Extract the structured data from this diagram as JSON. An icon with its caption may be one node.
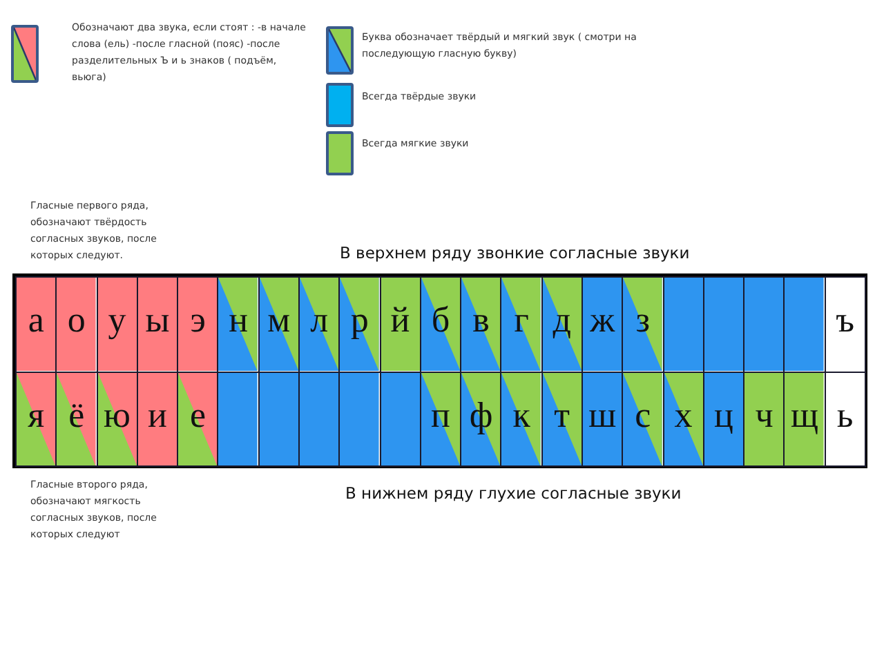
{
  "diagram": {
    "nodes": [
      {
        "text": [
          "а"
        ]
      },
      {
        "text": [
          "о"
        ]
      },
      {
        "text": [
          "у"
        ]
      },
      {
        "text": [
          "ы"
        ]
      },
      {
        "text": [
          "э"
        ]
      },
      {
        "text": [
          "н"
        ]
      },
      {
        "text": [
          "м"
        ]
      },
      {
        "text": [
          "л"
        ]
      },
      {
        "text": [
          "р"
        ]
      },
      {
        "text": [
          "й"
        ]
      },
      {
        "text": [
          "б"
        ]
      },
      {
        "text": [
          "в"
        ]
      },
      {
        "text": [
          "г"
        ]
      },
      {
        "text": [
          "д"
        ]
      },
      {
        "text": [
          "ж"
        ]
      },
      {
        "text": [
          "з"
        ]
      },
      {
        "text": [],
        "shape": "box"
      },
      {
        "text": [],
        "shape": "box"
      },
      {
        "text": [],
        "shape": "box"
      },
      {
        "text": [],
        "shape": "box"
      },
      {
        "text": [
          "ъ"
        ]
      },
      {
        "text": [
          "я"
        ]
      },
      {
        "text": [
          "ё"
        ]
      },
      {
        "text": [
          "ю"
        ]
      },
      {
        "text": [
          "и"
        ]
      },
      {
        "text": [
          "е"
        ]
      },
      {
        "text": [],
        "shape": "box"
      },
      {
        "text": [],
        "shape": "box"
      },
      {
        "text": [],
        "shape": "box"
      },
      {
        "text": [],
        "shape": "box"
      },
      {
        "text": [],
        "shape": "box"
      },
      {
        "text": [
          "п"
        ]
      },
      {
        "text": [
          "ф"
        ]
      },
      {
        "text": [
          "к"
        ]
      },
      {
        "text": [
          "т"
        ]
      },
      {
        "text": [
          "ш"
        ]
      },
      {
        "text": [
          "с"
        ]
      },
      {
        "text": [
          "х"
        ]
      },
      {
        "text": [
          "ц"
        ]
      },
      {
        "text": [
          "ч"
        ]
      },
      {
        "text": [
          "щ"
        ]
      },
      {
        "text": [
          "ь"
        ]
      }
    ],
    "labels": [
      "Гласные первого ряда, обозначают твёрдость согласных звуков, после которых следуют.",
      "В верхнем ряду звонкие согласные звуки",
      "Гласные второго ряда, обозначают мягкость согласных звуков, после которых следуют",
      "В нижнем ряду глухие согласные звуки"
    ],
    "legend": [
      {
        "text": "Обозначают два звука, если стоят : -в начале слова (ель) -после гласной (пояс) -после разделительных Ъ и ь знаков ( подъём, вьюга)"
      },
      {
        "text": "Буква обозначает твёрдый и мягкий звук ( смотри на последующую гласную букву)"
      },
      {
        "text": "Всегда твёрдые звуки",
        "color": "#00b0f0"
      },
      {
        "text": "Всегда мягкие звуки",
        "color": "#92d050"
      }
    ]
  }
}
